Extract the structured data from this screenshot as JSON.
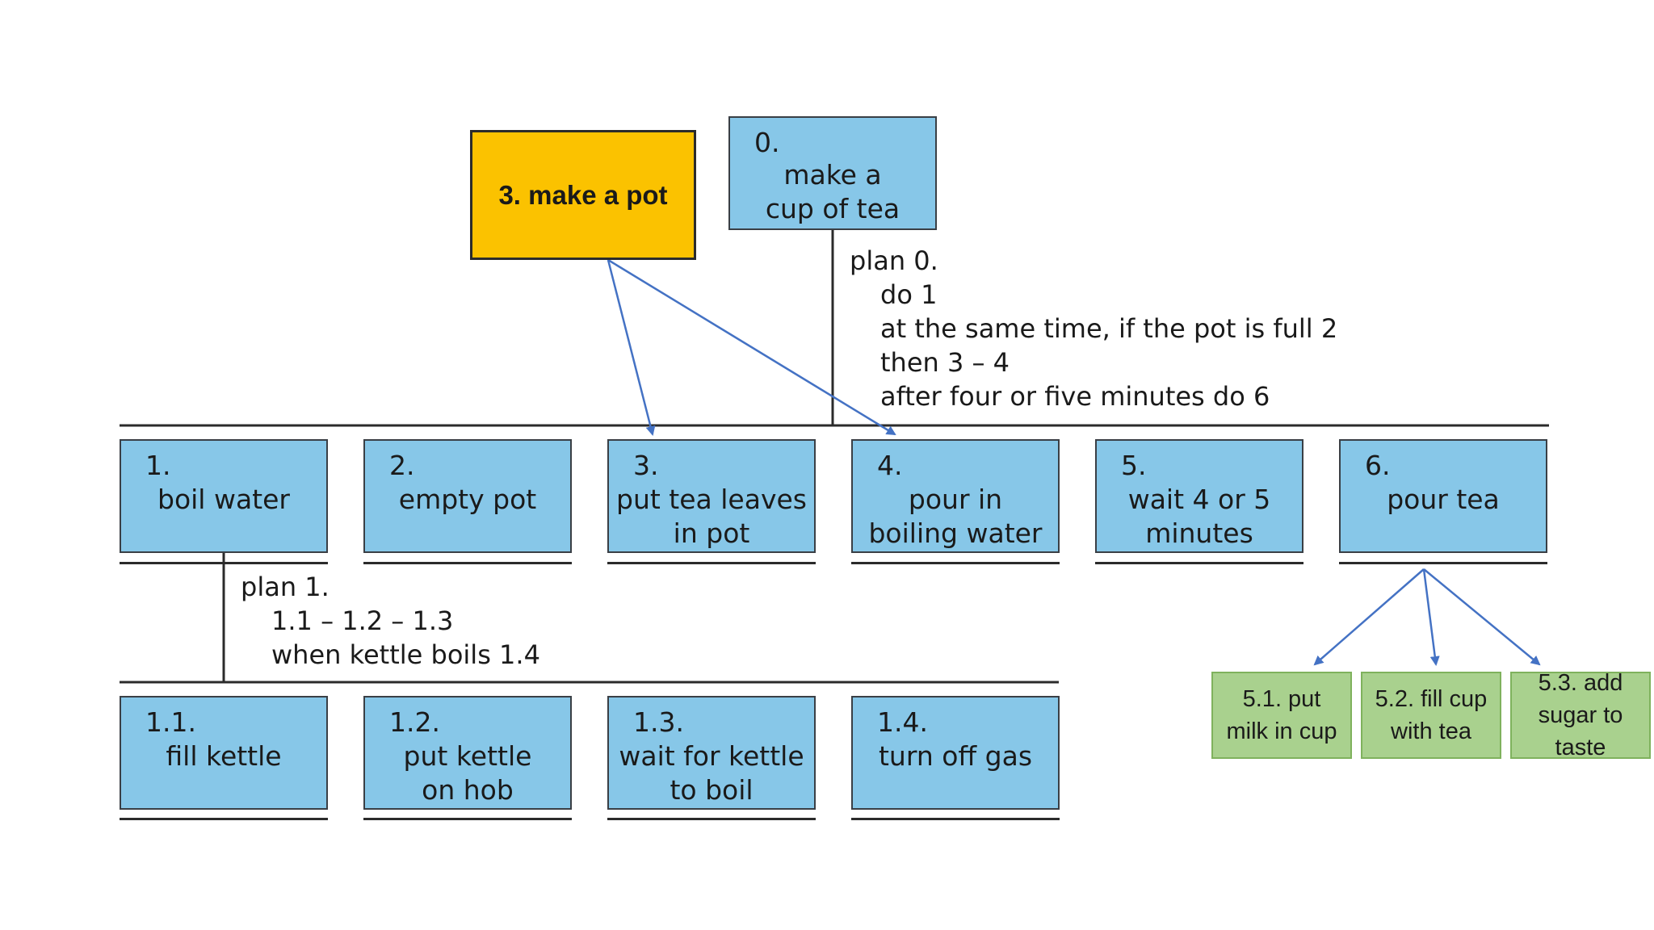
{
  "highlight_box": {
    "label": "3. make a pot"
  },
  "root": {
    "num": "0.",
    "line1": "make a",
    "line2": "cup of tea"
  },
  "plan0": {
    "title": "plan 0.",
    "lines": [
      "do 1",
      "at the same time, if the pot is full 2",
      "then 3 – 4",
      "after four or five minutes do 6"
    ]
  },
  "tasks": [
    {
      "num": "1.",
      "line1": "boil water",
      "line2": ""
    },
    {
      "num": "2.",
      "line1": "empty pot",
      "line2": ""
    },
    {
      "num": "3.",
      "line1": "put tea leaves",
      "line2": "in pot"
    },
    {
      "num": "4.",
      "line1": "pour in",
      "line2": "boiling water"
    },
    {
      "num": "5.",
      "line1": "wait 4 or 5",
      "line2": "minutes"
    },
    {
      "num": "6.",
      "line1": "pour tea",
      "line2": ""
    }
  ],
  "plan1": {
    "title": "plan 1.",
    "lines": [
      "1.1 – 1.2 – 1.3",
      "when kettle boils 1.4"
    ]
  },
  "subtasks": [
    {
      "num": "1.1.",
      "line1": "fill kettle",
      "line2": ""
    },
    {
      "num": "1.2.",
      "line1": "put kettle",
      "line2": "on hob"
    },
    {
      "num": "1.3.",
      "line1": "wait for kettle",
      "line2": "to boil"
    },
    {
      "num": "1.4.",
      "line1": "turn off gas",
      "line2": ""
    }
  ],
  "green_boxes": [
    {
      "line1": "5.1. put",
      "line2": "milk in cup",
      "line3": ""
    },
    {
      "line1": "5.2. fill cup",
      "line2": "with tea",
      "line3": ""
    },
    {
      "line1": "5.3. add",
      "line2": "sugar to",
      "line3": "taste"
    }
  ],
  "colors": {
    "task_fill": "#87c7e8",
    "highlight_fill": "#fbc200",
    "green_fill": "#a9d18e",
    "arrow": "#4472c4"
  }
}
